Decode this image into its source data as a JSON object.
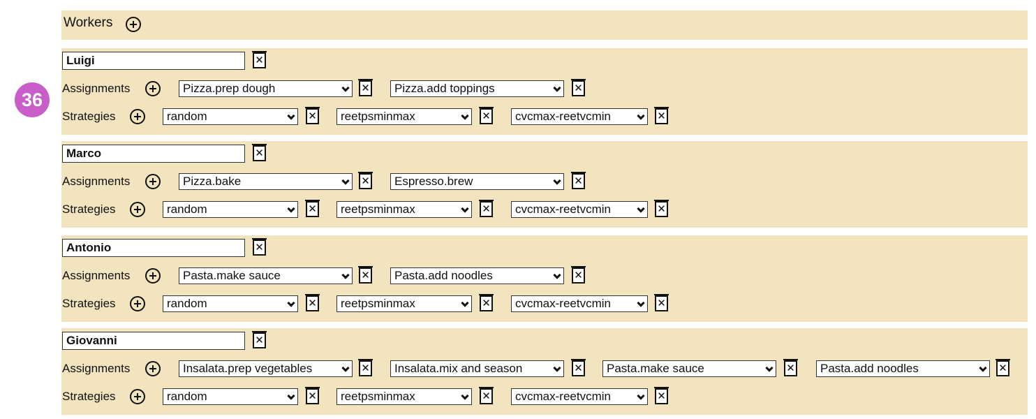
{
  "badge": "36",
  "header": {
    "title": "Workers"
  },
  "labels": {
    "assignments": "Assignments",
    "strategies": "Strategies"
  },
  "icons": {
    "add": "plus-circle-icon",
    "delete": "trash-x-icon"
  },
  "workers": [
    {
      "name": "Luigi",
      "assignments": [
        "Pizza.prep dough",
        "Pizza.add toppings"
      ],
      "strategies": [
        "random",
        "reetpsminmax",
        "cvcmax-reetvcmin"
      ]
    },
    {
      "name": "Marco",
      "assignments": [
        "Pizza.bake",
        "Espresso.brew"
      ],
      "strategies": [
        "random",
        "reetpsminmax",
        "cvcmax-reetvcmin"
      ]
    },
    {
      "name": "Antonio",
      "assignments": [
        "Pasta.make sauce",
        "Pasta.add noodles"
      ],
      "strategies": [
        "random",
        "reetpsminmax",
        "cvcmax-reetvcmin"
      ]
    },
    {
      "name": "Giovanni",
      "assignments": [
        "Insalata.prep vegetables",
        "Insalata.mix and season",
        "Pasta.make sauce",
        "Pasta.add noodles"
      ],
      "strategies": [
        "random",
        "reetpsminmax",
        "cvcmax-reetvcmin"
      ]
    }
  ]
}
